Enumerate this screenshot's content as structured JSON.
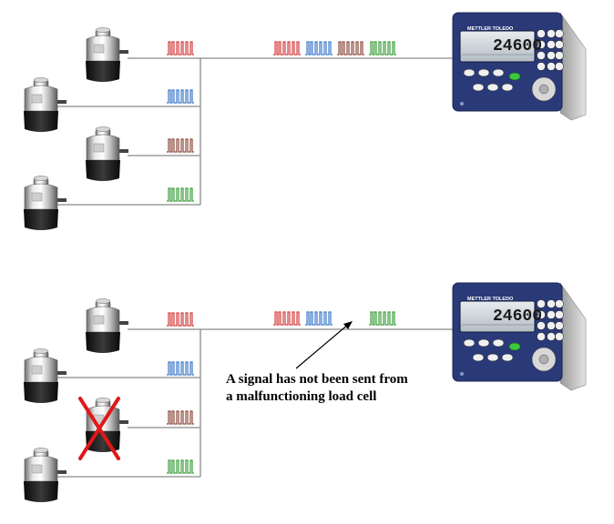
{
  "colors": {
    "red": "#d23c3c",
    "blue": "#3c78c8",
    "brown": "#8b4a3c",
    "green": "#3c9c3c",
    "wire": "#8a8a8a",
    "cross": "#e01818",
    "terminal_body": "#2a3a78",
    "terminal_side": "#c8c8c8"
  },
  "terminals": [
    {
      "display_value": "24600",
      "brand": "METTLER TOLEDO"
    },
    {
      "display_value": "24600",
      "brand": "METTLER TOLEDO"
    }
  ],
  "annotation": {
    "line1": "A signal has not been sent from",
    "line2": "a malfunctioning load cell"
  },
  "icons": {
    "load_cell": "load-cell-icon",
    "signal": "pulse-signal-icon",
    "terminal": "weighing-terminal-icon",
    "failure_mark": "red-x-icon"
  }
}
